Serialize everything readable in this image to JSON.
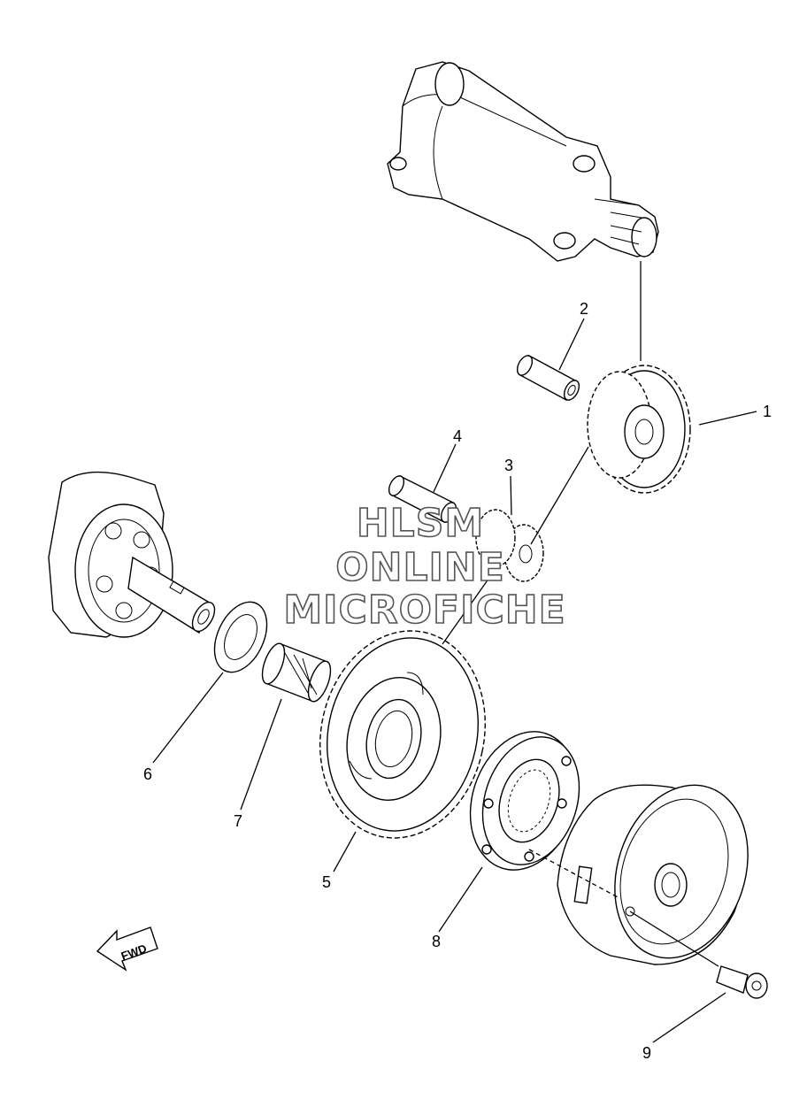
{
  "callouts": [
    {
      "id": "1",
      "label": "1"
    },
    {
      "id": "2",
      "label": "2"
    },
    {
      "id": "3",
      "label": "3"
    },
    {
      "id": "4",
      "label": "4"
    },
    {
      "id": "5",
      "label": "5"
    },
    {
      "id": "6",
      "label": "6"
    },
    {
      "id": "7",
      "label": "7"
    },
    {
      "id": "8",
      "label": "8"
    },
    {
      "id": "9",
      "label": "9"
    }
  ],
  "watermark": {
    "line1": "HLSM",
    "line2": "ONLINE",
    "line3": "MICROFICHE"
  },
  "fwd_arrow": {
    "label": "FWD"
  }
}
